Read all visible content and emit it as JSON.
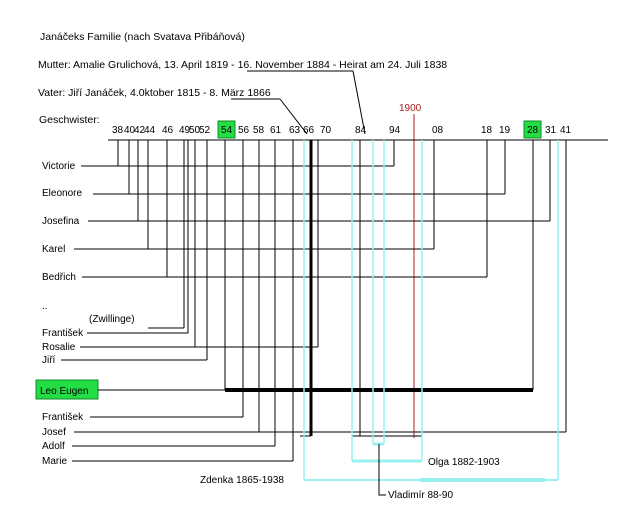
{
  "header": {
    "title": "Janáčeks Familie (nach Svatava Přibáňová)",
    "mother": "Mutter: Amalie Grulichová, 13. April 1819 - 16. November 1884  - Heirat am 24. Juli 1838",
    "father": "Vater: Jiří Janáček, 4.0ktober 1815 - 8. März 1866",
    "siblings_label": "Geschwister:"
  },
  "timeline": {
    "ticks": [
      "38",
      "40",
      "42",
      "44",
      "46",
      "49",
      "50",
      "52",
      "54",
      "56",
      "58",
      "61",
      "63",
      "66",
      "70",
      "84",
      "94",
      "08",
      "18",
      "19",
      "28",
      "31",
      "41"
    ],
    "highlighted_ticks": [
      "54",
      "28"
    ],
    "marker_1900": "1900"
  },
  "people": {
    "victorie": "Victorie",
    "eleonore": "Eleonore",
    "josefina": "Josefina",
    "karel": "Karel",
    "bedrich": "Bedřich",
    "unnamed": "..",
    "twins": "(Zwillinge)",
    "frantisek_1": "František",
    "rosalie": "Rosalie",
    "jiri": "Jiří",
    "leo": "Leo Eugen",
    "frantisek_2": "František",
    "josef": "Josef",
    "adolf": "Adolf",
    "marie": "Marie"
  },
  "family": {
    "olga": "Olga 1882-1903",
    "zdenka": "Zdenka 1865-1938",
    "vladimir": "Vladimír 88-90"
  },
  "colors": {
    "highlight_green": "#22dd44",
    "family_cyan": "#99f0f0",
    "marker_red": "#aa2020",
    "line": "#000000"
  }
}
